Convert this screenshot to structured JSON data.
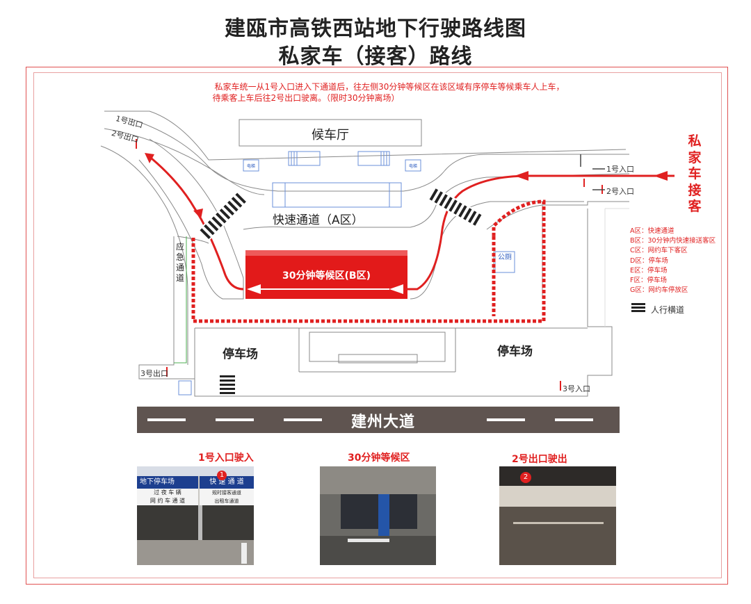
{
  "title": "建瓯市高铁西站地下行驶路线图",
  "subtitle": "私家车（接客）路线",
  "notes": [
    "私家车统一从1号入口进入下通道后，往左侧30分钟等候区在该区域有序停车等候乘车人上车，",
    "待乘客上车后往2号出口驶离。（限时30分钟离场）"
  ],
  "labels": {
    "waiting_hall": "候车厅",
    "fast_lane": "快速通道（A区）",
    "waiting_area": "30分钟等候区(B区)",
    "parking_left": "停车场",
    "parking_right": "停车场",
    "emergency_lane": "应急通道",
    "toilet": "公厕",
    "elevator_left": "电梯",
    "elevator_right": "电梯",
    "exit1": "1号出口",
    "exit2": "2号出口",
    "exit3": "3号出口",
    "entrance1": "1号入口",
    "entrance2": "2号入口",
    "entrance3": "3号入口",
    "road": "建州大道",
    "side_banner": [
      "私",
      "家",
      "车",
      "接",
      "客"
    ]
  },
  "legend": [
    "A区：快速通道",
    "B区：30分钟内快速接送客区",
    "C区：网约车下客区",
    "D区：停车场",
    "E区：停车场",
    "F区：停车场",
    "G区：网约车停放区"
  ],
  "legend_crosswalk": "人行横道",
  "photos": [
    {
      "caption": "1号入口驶入",
      "sign_top_left": "地下停车场",
      "sign_top_right": "快 速 通 道",
      "sign_mid_left": "过 夜 车 辆",
      "sign_mid_left2": "网 约 车 通 道",
      "sign_mid_right": "规时接客通道",
      "sign_mid_right2": "出租车通道",
      "badge": "1"
    },
    {
      "caption": "30分钟等候区"
    },
    {
      "caption": "2号出口驶出",
      "badge": "2"
    }
  ],
  "colors": {
    "route": "#e02020",
    "waiting_fill": "#e21a1a",
    "road": "#5f5450"
  }
}
